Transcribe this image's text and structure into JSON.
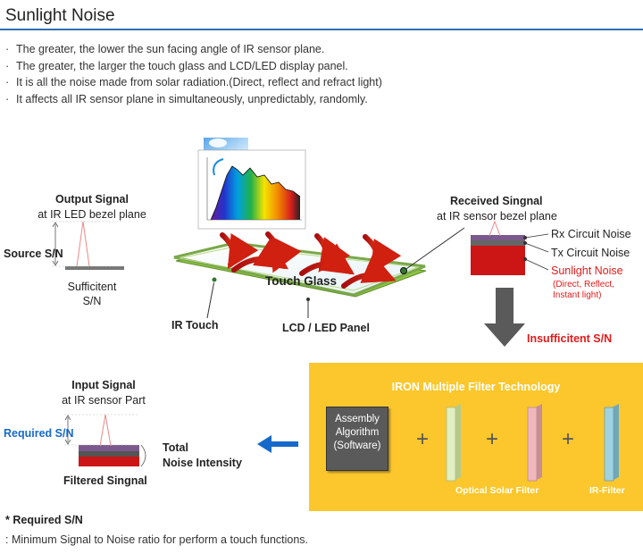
{
  "page": {
    "title": "Sunlight Noise",
    "bullets": [
      "The greater, the lower the sun facing angle of IR sensor plane.",
      "The greater, the larger the touch glass and LCD/LED display panel.",
      "It is all the noise made from solar radiation.(Direct, reflect and refract light)",
      "It affects all IR sensor plane in simultaneously, unpredictably, randomly."
    ]
  },
  "output_signal": {
    "title": "Output Signal",
    "subtitle": "at IR LED bezel plane",
    "source_sn": "Source S/N",
    "sufficient_1": "Sufficitent",
    "sufficient_2": "S/N"
  },
  "received_signal": {
    "title": "Received Singnal",
    "subtitle": "at IR sensor bezel plane",
    "rx_noise": "Rx Circuit Noise",
    "tx_noise": "Tx Circuit Noise",
    "sunlight_noise": "Sunlight Noise",
    "sunlight_detail_1": "(Direct, Reflect,",
    "sunlight_detail_2": "Instant light)",
    "insufficient": "Insufficitent S/N"
  },
  "panel_labels": {
    "touch_glass": "Touch Glass",
    "ir_touch": "IR Touch",
    "lcd_led": "LCD / LED Panel"
  },
  "input_signal": {
    "title": "Input Signal",
    "subtitle": "at IR sensor Part",
    "required_sn": "Required S/N",
    "total_1": "Total",
    "total_2": "Noise Intensity",
    "filtered": "Filtered Singnal"
  },
  "filter_tech": {
    "title": "IRON Multiple Filter Technology",
    "algo_1": "Assembly",
    "algo_2": "Algorithm",
    "algo_3": "(Software)",
    "plus": "+",
    "optical_filter": "Optical Solar Filter",
    "ir_filter": "IR-Filter"
  },
  "footnote": {
    "heading": "* Required S/N",
    "text": ": Minimum Signal to Noise ratio for perform a touch functions."
  },
  "colors": {
    "accent_rule": "#2e6fb7",
    "panel_yellow": "#fbc72d",
    "noise_red": "#e21b1b",
    "arrow_blue": "#1769c9",
    "glass_green": "#8dc63f"
  }
}
